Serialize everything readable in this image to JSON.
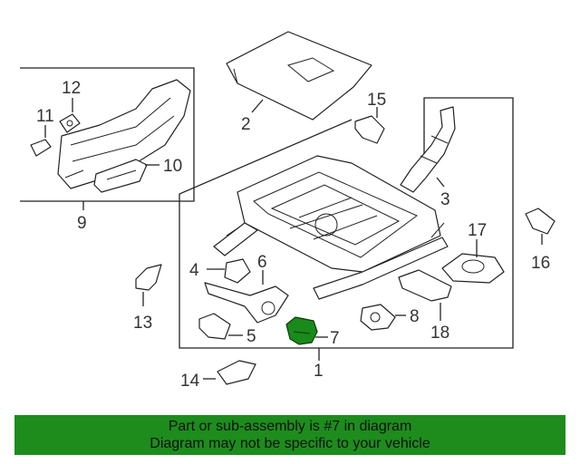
{
  "diagram": {
    "callouts": {
      "c1": "1",
      "c2": "2",
      "c3": "3",
      "c4": "4",
      "c5": "5",
      "c6": "6",
      "c7": "7",
      "c8": "8",
      "c9": "9",
      "c10": "10",
      "c11": "11",
      "c12": "12",
      "c13": "13",
      "c14": "14",
      "c15": "15",
      "c16": "16",
      "c17": "17",
      "c18": "18"
    },
    "highlighted_part": "7",
    "highlight_color": "#1a8a1a"
  },
  "banner": {
    "line1": "Part or sub-assembly is #7 in diagram",
    "line2": "Diagram may not be specific to your vehicle",
    "background": "#1d8c1d"
  }
}
